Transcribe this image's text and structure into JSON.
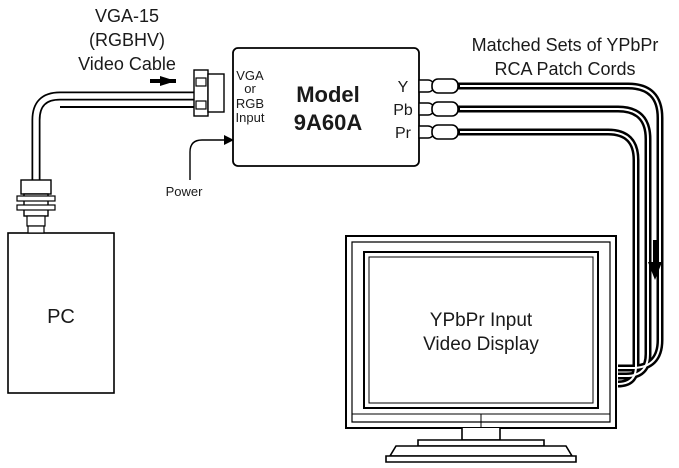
{
  "cable": {
    "line1": "VGA-15",
    "line2": "(RGBHV)",
    "line3": "Video Cable"
  },
  "cords": {
    "line1": "Matched Sets of YPbPr",
    "line2": "RCA Patch Cords"
  },
  "device": {
    "model_line1": "Model",
    "model_line2": "9A60A",
    "input_line1": "VGA",
    "input_line2": "or",
    "input_line3": "RGB",
    "input_line4": "Input",
    "port_y": "Y",
    "port_pb": "Pb",
    "port_pr": "Pr"
  },
  "power": "Power",
  "pc": "PC",
  "display": {
    "line1": "YPbPr Input",
    "line2": "Video Display"
  },
  "colors": {
    "ink": "#1a1a1a",
    "stroke": "#000000",
    "screen": "#ffffff"
  }
}
